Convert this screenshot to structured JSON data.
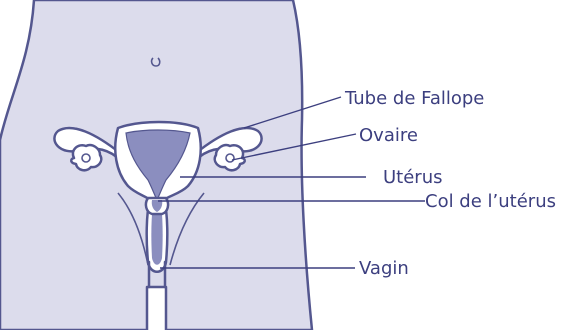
{
  "diagram": {
    "labels": {
      "fallopian_tube": "Tube de Fallope",
      "ovary": "Ovaire",
      "uterus": "Utérus",
      "cervix": "Col de l’utérus",
      "vagina": "Vagin"
    },
    "colors": {
      "body_fill": "#dcdcec",
      "outline": "#54578f",
      "organ_dark": "#8b8ebf",
      "organ_light": "#ffffff",
      "label_text": "#3c3f7f"
    }
  }
}
